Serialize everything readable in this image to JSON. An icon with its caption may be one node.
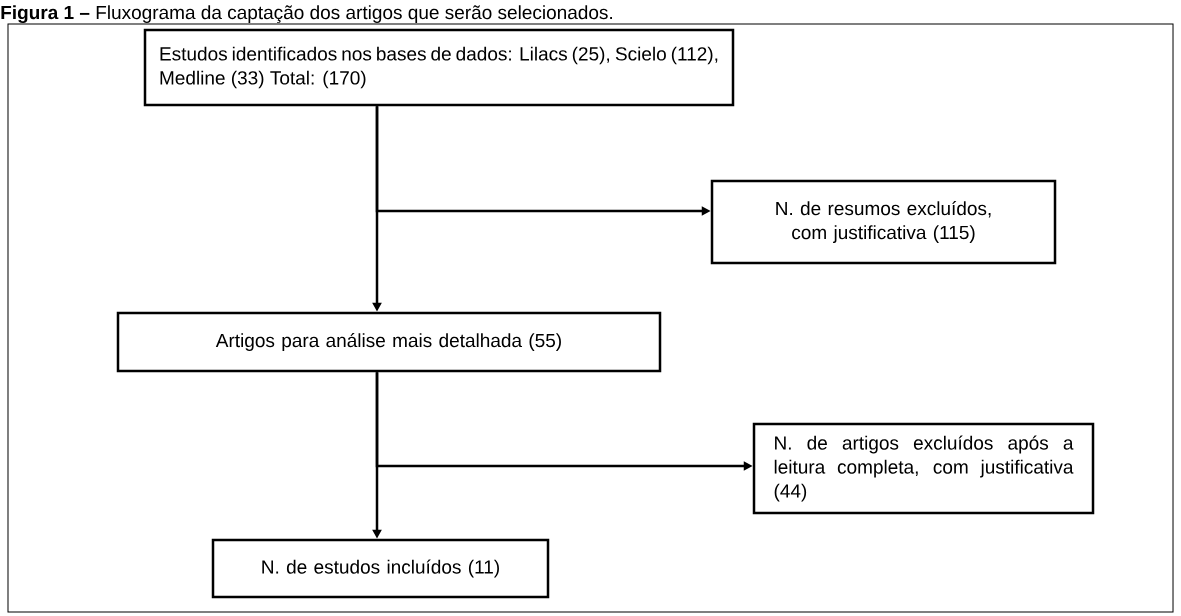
{
  "diagram": {
    "title": "**Figura 1 –** Fluxograma da captação dos artigos que serão selecionados.",
    "nodes": [
      {
        "text": [
          "Estudos identificados nos bases de dados: Lilacs (25), Scielo (112), Medline (33) Total: (170)"
        ]
      },
      {
        "text": [
          "N. de resumos excluídos, com justificativa (115)"
        ]
      },
      {
        "text": [
          "Artigos para análise mais detalhada (55)"
        ]
      },
      {
        "text": [
          "N. de artigos excluídos após a leitura completa, com justificativa (44)"
        ]
      },
      {
        "text": [
          "N. de estudos incluídos (11)"
        ]
      }
    ],
    "edges": [
      {
        "from": 0,
        "to": 2,
        "arrow": "to"
      },
      {
        "from": 0,
        "to": 1,
        "arrow": "to"
      },
      {
        "from": 2,
        "to": 4,
        "arrow": "to"
      },
      {
        "from": 2,
        "to": 3,
        "arrow": "to"
      }
    ]
  }
}
